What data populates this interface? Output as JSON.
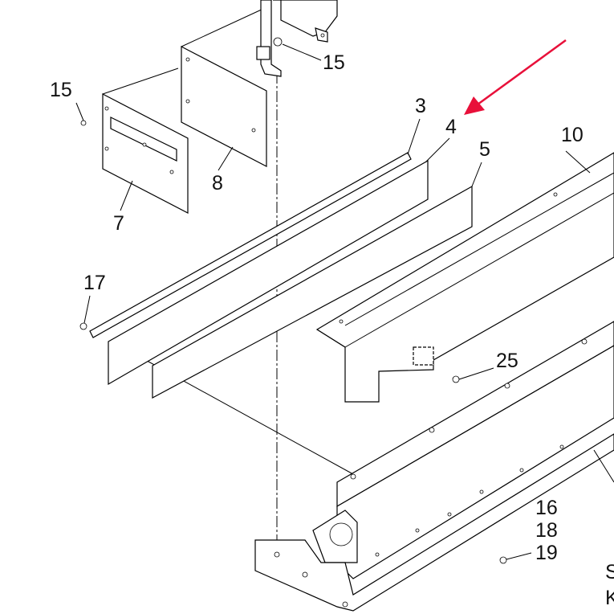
{
  "callouts": {
    "c15a": "15",
    "c15b": "15",
    "c8": "8",
    "c7": "7",
    "c3": "3",
    "c4": "4",
    "c5": "5",
    "c10": "10",
    "c17": "17",
    "c25": "25",
    "c16": "16",
    "c18": "18",
    "c19": "19",
    "cS": "S",
    "cK": "K"
  },
  "colors": {
    "arrow": "#e8103a",
    "line": "#000000"
  }
}
